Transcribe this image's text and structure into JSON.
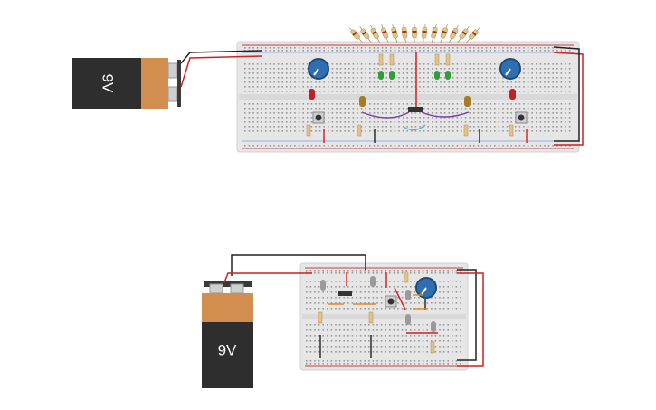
{
  "circuits": [
    {
      "id": "top",
      "battery_label": "9V"
    },
    {
      "id": "bottom",
      "battery_label": "9V"
    }
  ],
  "colors": {
    "breadboard": "#e6e6e6",
    "hole": "#9a9a9a",
    "rail_red": "#d43a3a",
    "wire_red": "#d21f1f",
    "wire_black": "#222222",
    "wire_purple": "#7b3fa8",
    "wire_cyan": "#4fb6c8",
    "wire_orange": "#e08a1e",
    "battery_body": "#2e2e2e",
    "battery_cap": "#d28e4f",
    "potentiometer": "#2f6fb0",
    "led_green": "#2f9e35",
    "led_red": "#c0201f",
    "led_yellow": "#a87a22",
    "led_gray": "#9a9a9a",
    "resistor": "#e2c38a"
  }
}
